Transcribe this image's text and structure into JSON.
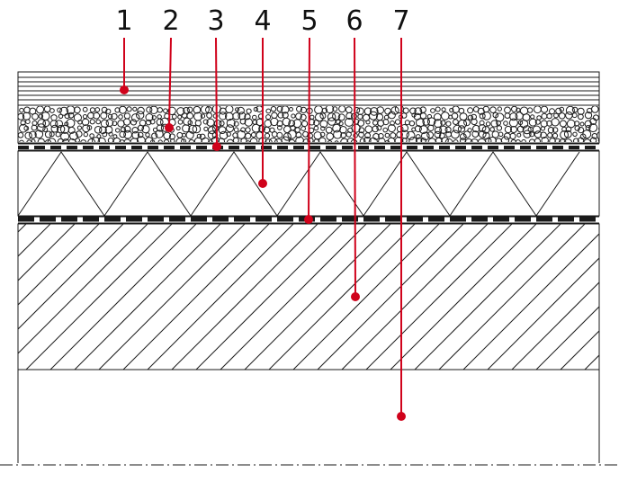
{
  "diagram": {
    "callouts": [
      {
        "label": "1",
        "layer": "top-lamination"
      },
      {
        "label": "2",
        "layer": "gravel"
      },
      {
        "label": "3",
        "layer": "membrane-upper"
      },
      {
        "label": "4",
        "layer": "insulation"
      },
      {
        "label": "5",
        "layer": "membrane-lower"
      },
      {
        "label": "6",
        "layer": "hatched-slab"
      },
      {
        "label": "7",
        "layer": "base"
      }
    ],
    "colors": {
      "line": "#1a1a1a",
      "callout": "#d0021b",
      "background": "#ffffff"
    }
  }
}
